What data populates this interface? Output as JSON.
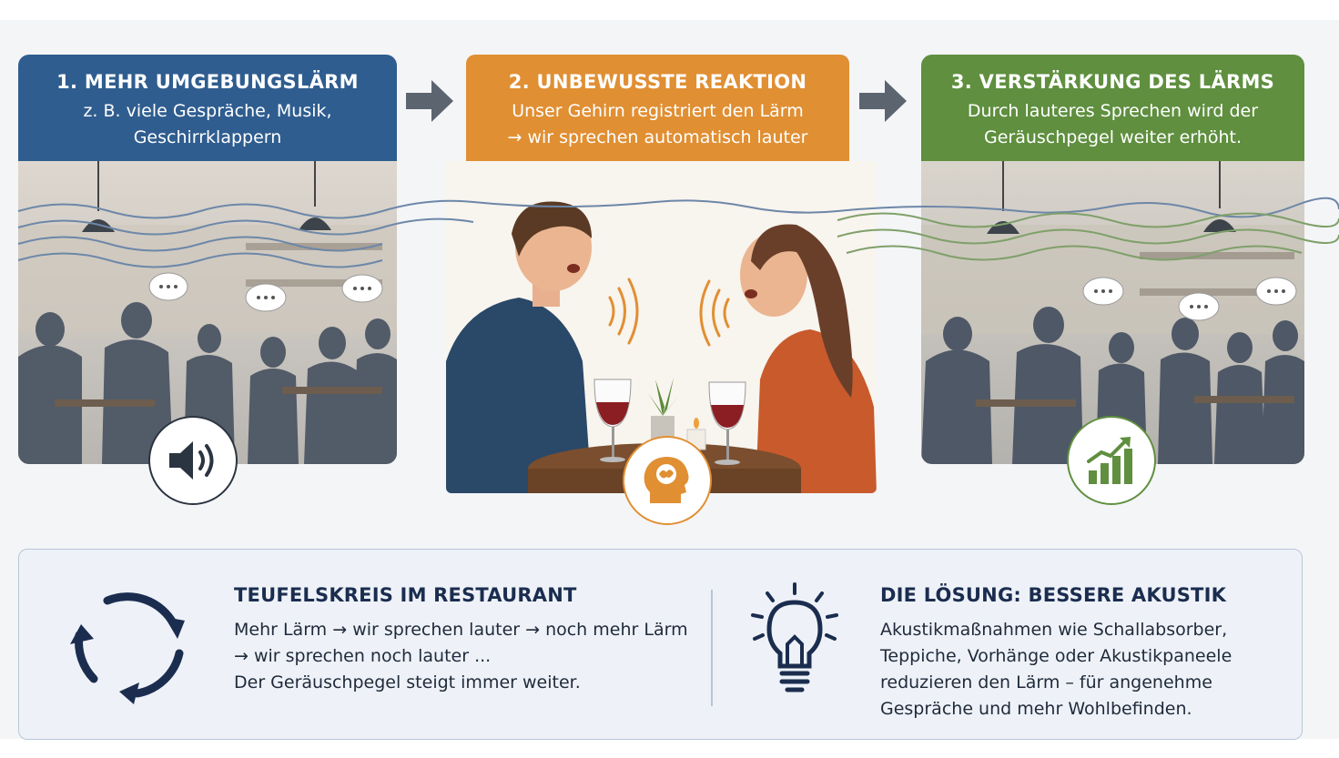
{
  "steps": [
    {
      "title": "1. MEHR UMGEBUNGSLÄRM",
      "line1": "z. B. viele Gespräche, Musik,",
      "line2": "Geschirrklappern",
      "color": "#2f5d8f",
      "icon": "speaker-icon"
    },
    {
      "title": "2. UNBEWUSSTE REAKTION",
      "line1": "Unser Gehirn registriert den Lärm",
      "line2": "→ wir sprechen automatisch lauter",
      "color": "#e08f33",
      "icon": "brain-head-icon"
    },
    {
      "title": "3. VERSTÄRKUNG DES LÄRMS",
      "line1": "Durch lauteres Sprechen wird der",
      "line2": "Geräuschpegel weiter erhöht.",
      "color": "#5f8f3f",
      "icon": "rising-bars-icon"
    }
  ],
  "cycle": {
    "title": "TEUFELSKREIS IM RESTAURANT",
    "lines": [
      "Mehr Lärm → wir sprechen lauter → noch mehr Lärm",
      "→ wir sprechen noch lauter ...",
      "Der Geräuschpegel steigt immer weiter."
    ],
    "icon": "cycle-arrows-icon"
  },
  "solution": {
    "title": "DIE LÖSUNG: BESSERE AKUSTIK",
    "lines": [
      "Akustikmaßnahmen wie Schallabsorber,",
      "Teppiche, Vorhänge oder Akustikpaneele",
      "reduzieren den Lärm – für angenehme",
      "Gespräche und mehr Wohlbefinden."
    ],
    "icon": "lightbulb-icon"
  }
}
